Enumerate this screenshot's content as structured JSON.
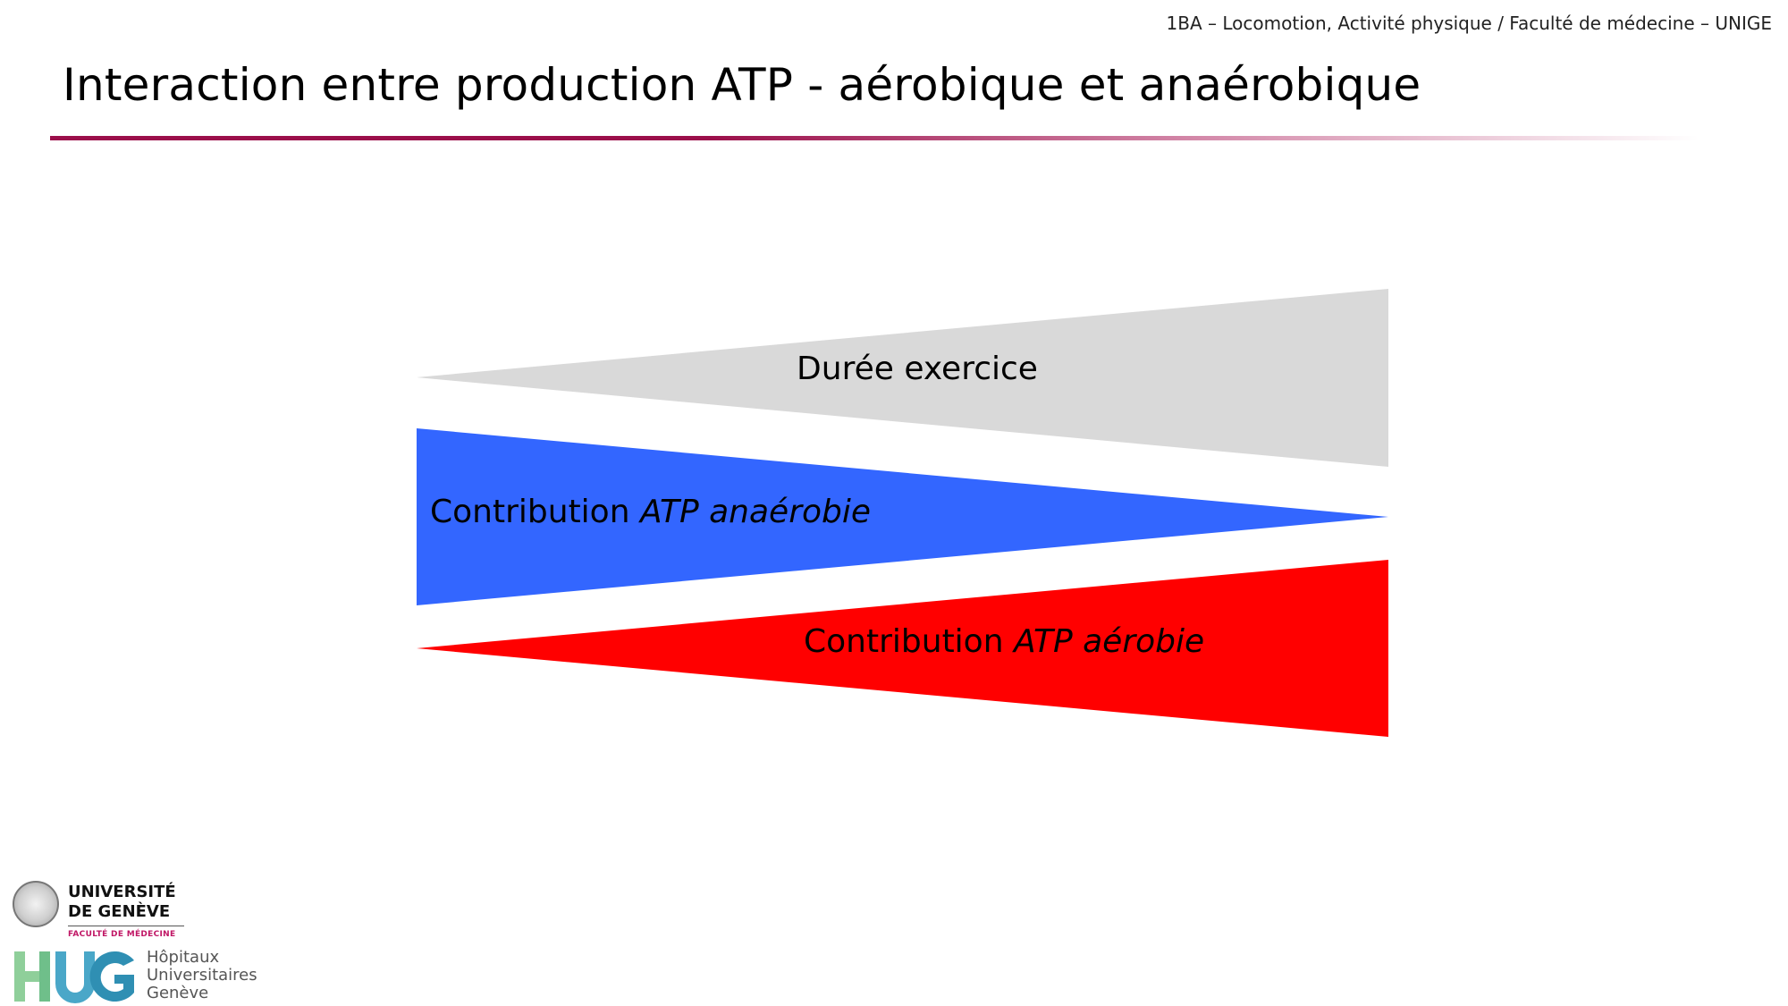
{
  "header": {
    "course_info": "1BA – Locomotion, Activité physique / Faculté de médecine – UNIGE",
    "title": "Interaction entre production ATP - aérobique et anaérobique"
  },
  "diagram": {
    "duration": {
      "label": "Durée exercice",
      "color": "#d9d9d9"
    },
    "anaerobic": {
      "label_regular": "Contribution ",
      "label_italic": "ATP anaérobie",
      "color": "#3366ff"
    },
    "aerobic": {
      "label_regular": "Contribution ",
      "label_italic": "ATP aérobie",
      "color": "#ff0000"
    }
  },
  "logos": {
    "unige": {
      "line1": "UNIVERSITÉ",
      "line2": "DE GENÈVE",
      "faculty": "FACULTÉ DE MÉDECINE"
    },
    "hug": {
      "mark": "HUG",
      "line1": "Hôpitaux",
      "line2": "Universitaires",
      "line3": "Genève"
    }
  }
}
